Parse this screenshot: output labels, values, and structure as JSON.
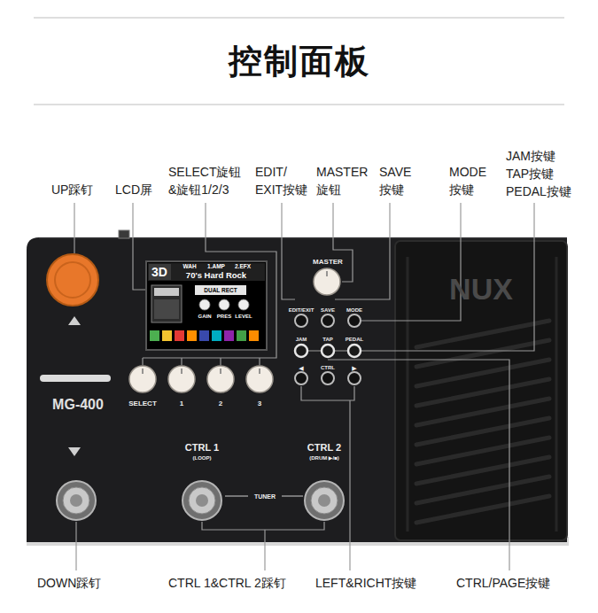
{
  "diagram": {
    "title": "控制面板",
    "nodes": [
      {
        "text": [
          "MASTER",
          "EDIT/EXIT",
          "SAVE",
          "MODE",
          "JAM",
          "TAP",
          "PEDAL",
          "◀",
          "CTRL",
          "▶",
          "SELECT",
          "1",
          "2",
          "3",
          "MG-400",
          "CTRL 1",
          "(LOOP)",
          "CTRL 2",
          "(DRUM ▶/■)",
          "TUNER",
          "NUX"
        ]
      },
      {
        "text": [
          "3D",
          "WAH",
          "1.AMP",
          "2.EFX",
          "70's Hard Rock",
          "DUAL RECT",
          "GAIN",
          "PRES",
          "LEVEL"
        ],
        "in": 0
      }
    ],
    "labels": [
      "UP踩钉",
      "LCD屏",
      "SELECT旋钮 &旋钮1/2/3",
      "EDIT/ EXIT按键",
      "MASTER 旋钮",
      "SAVE 按键",
      "MODE 按键",
      "JAM按键 TAP按键 PEDAL按键",
      "DOWN踩钉",
      "CTRL 1&CTRL 2踩钉",
      "LEFT&RICHT按键",
      "CTRL/PAGE按键"
    ]
  }
}
